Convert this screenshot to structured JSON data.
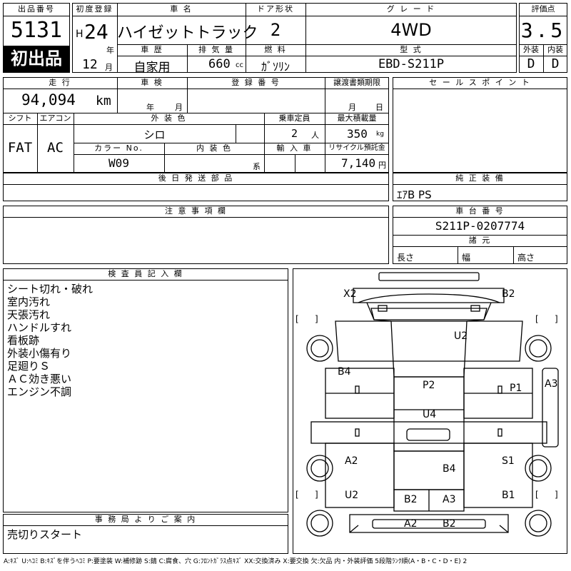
{
  "header": {
    "lot_label": "出品番号",
    "lot_number": "5131",
    "first_listing": "初出品",
    "first_reg_label": "初度登録",
    "era": "H",
    "year": "24",
    "year_unit": "年",
    "month": "12",
    "month_unit": "月",
    "car_name_label": "車 名",
    "car_name": "ハイゼットトラック",
    "door_label": "ドア形状",
    "doors": "2",
    "grade_label": "グ レ ー ド",
    "grade": "4WD",
    "score_label": "評価点",
    "score": "3.5",
    "history_label": "車 歴",
    "history": "自家用",
    "displacement_label": "排 気 量",
    "displacement": "660",
    "displacement_unit": "cc",
    "fuel_label": "燃 料",
    "fuel": "ｶﾞｿﾘﾝ",
    "model_label": "型 式",
    "model": "EBD-S211P",
    "exterior_label": "外装",
    "exterior_grade": "D",
    "interior_label": "内装",
    "interior_grade": "D"
  },
  "details": {
    "mileage_label": "走 行",
    "mileage": "94,094",
    "mileage_unit": "km",
    "inspection_label": "車 検",
    "inspection_year_unit": "年",
    "inspection_month_unit": "月",
    "reg_label": "登 録 番 号",
    "transfer_label": "譲渡書類期限",
    "transfer_month_unit": "月",
    "transfer_day_unit": "日",
    "shift_label": "シフト",
    "shift": "FAT",
    "ac_label": "エアコン",
    "ac": "AC",
    "color_label": "外 装 色",
    "color": "シロ",
    "seats_label": "乗車定員",
    "seats": "2",
    "seats_unit": "人",
    "load_label": "最大積載量",
    "load": "350",
    "load_unit": "kg",
    "color_no_label": "カラー No.",
    "color_no": "W09",
    "interior_color_label": "内 装 色",
    "interior_color_unit": "系",
    "import_label": "輸 入 車",
    "recycle_label": "リサイクル預託金",
    "recycle": "7,140",
    "recycle_unit": "円"
  },
  "sections": {
    "sales_points_label": "セ ー ル ス ポ イ ン ト",
    "parts_label": "後 日 発 送 部 品",
    "options_label": "純 正 装 備",
    "options": "ｴｱB PS",
    "notes_label": "注 意 事 項 欄",
    "chassis_label": "車 台 番 号",
    "chassis": "S211P-0207774",
    "dims_label": "諸 元",
    "length_label": "長さ",
    "width_label": "幅",
    "height_label": "高さ",
    "inspector_label": "検 査 員 記 入 欄",
    "inspector_notes": [
      "シート切れ・破れ",
      "室内汚れ",
      "天張汚れ",
      "ハンドルすれ",
      "看板跡",
      "外装小傷有り",
      "足廻りＳ",
      "ＡＣ効き悪い",
      "エンジン不調"
    ],
    "office_label": "事 務 局 よ り ご 案 内",
    "office_note": "売切りスタート"
  },
  "damage": {
    "x2": "X2",
    "b2_top": "B2",
    "u2_hood": "U2",
    "b4_left": "B4",
    "p2": "P2",
    "p1": "P1",
    "a3_right": "A3",
    "u4": "U4",
    "a2_left": "A2",
    "s1": "S1",
    "b4_bed": "B4",
    "u2_left": "U2",
    "b1": "B1",
    "b2_rear": "B2",
    "a3_rear": "A3",
    "a2_bumper": "A2",
    "b2_bumper": "B2",
    "bracket_open": "[",
    "bracket_close": "]"
  },
  "legend": "A:ｷｽﾞ U:ﾍｺﾐ B:ｷｽﾞを伴うﾍｺﾐ P:要塗装 W:補修跡 S:錆 C:腐食、穴 G:ﾌﾛﾝﾄｶﾞﾗｽ点ｷｽﾞ XX:交換済み X:要交換 欠:欠品 内・外装評価 5段階ﾗﾝｸ順(A・B・C・D・E) 2"
}
